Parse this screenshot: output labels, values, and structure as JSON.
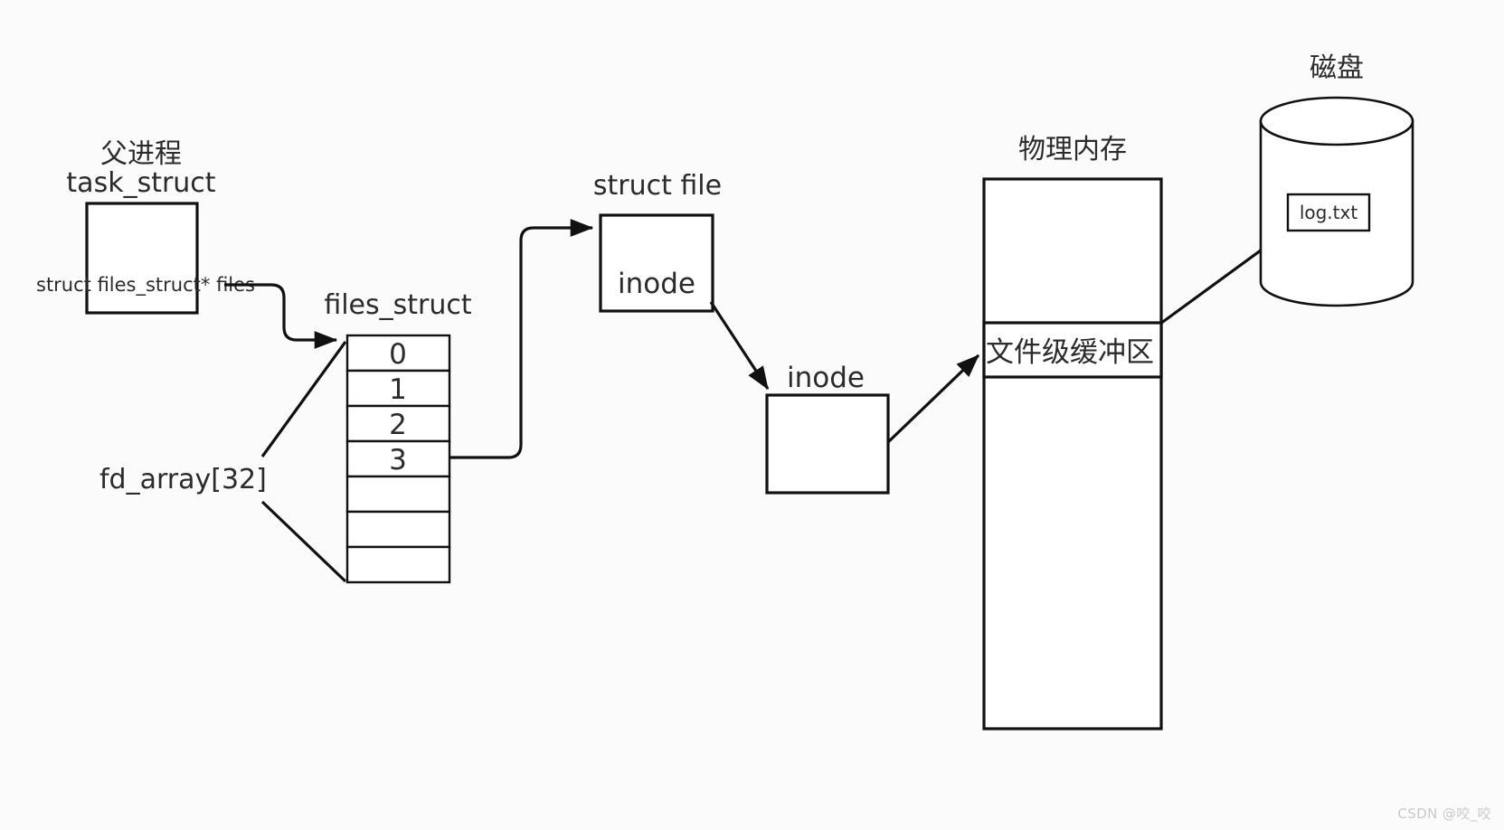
{
  "diagram": {
    "title_labels": {
      "parent_process": "父进程",
      "task_struct": "task_struct",
      "files_struct": "files_struct",
      "struct_file": "struct file",
      "physical_memory": "物理内存",
      "disk": "磁盘"
    },
    "task_struct_box": {
      "field_label": "struct files_struct* files"
    },
    "fd_array": {
      "label": "fd_array[32]",
      "cells": [
        "0",
        "1",
        "2",
        "3",
        "",
        "",
        ""
      ]
    },
    "struct_file_box": {
      "inner_label": "inode"
    },
    "inode_box": {
      "label": "inode"
    },
    "memory_block": {
      "buffer_label": "文件级缓冲区"
    },
    "disk_block": {
      "file_label": "log.txt"
    },
    "colors": {
      "background": "#fbfbfb",
      "stroke": "#111111",
      "text": "#2b2b2b",
      "watermark": "#c9c9c9"
    }
  },
  "watermark": {
    "text": "CSDN @咬_咬"
  }
}
